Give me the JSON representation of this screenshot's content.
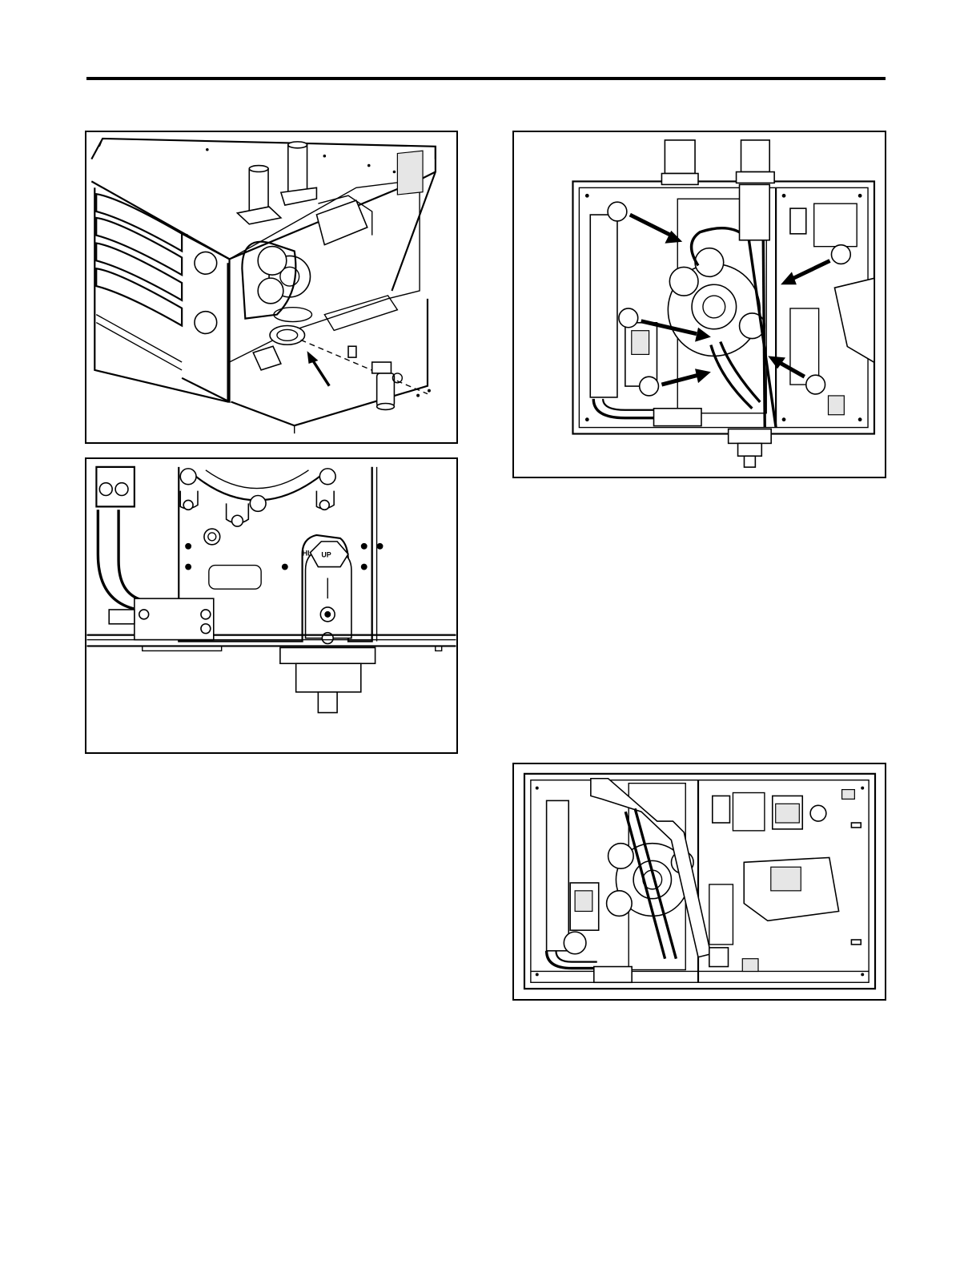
{
  "page": {
    "figures": [
      {
        "id": "fig1",
        "subject": "unit-isometric-view"
      },
      {
        "id": "fig2",
        "subject": "blower-bracket-detail"
      },
      {
        "id": "fig3",
        "subject": "inner-compartment-callouts",
        "callouts": [
          "",
          "",
          "",
          "",
          ""
        ]
      },
      {
        "id": "fig4",
        "subject": "full-compartment-view"
      }
    ],
    "labels": {
      "fig2_hl": "HL",
      "fig2_up": "UP"
    }
  }
}
